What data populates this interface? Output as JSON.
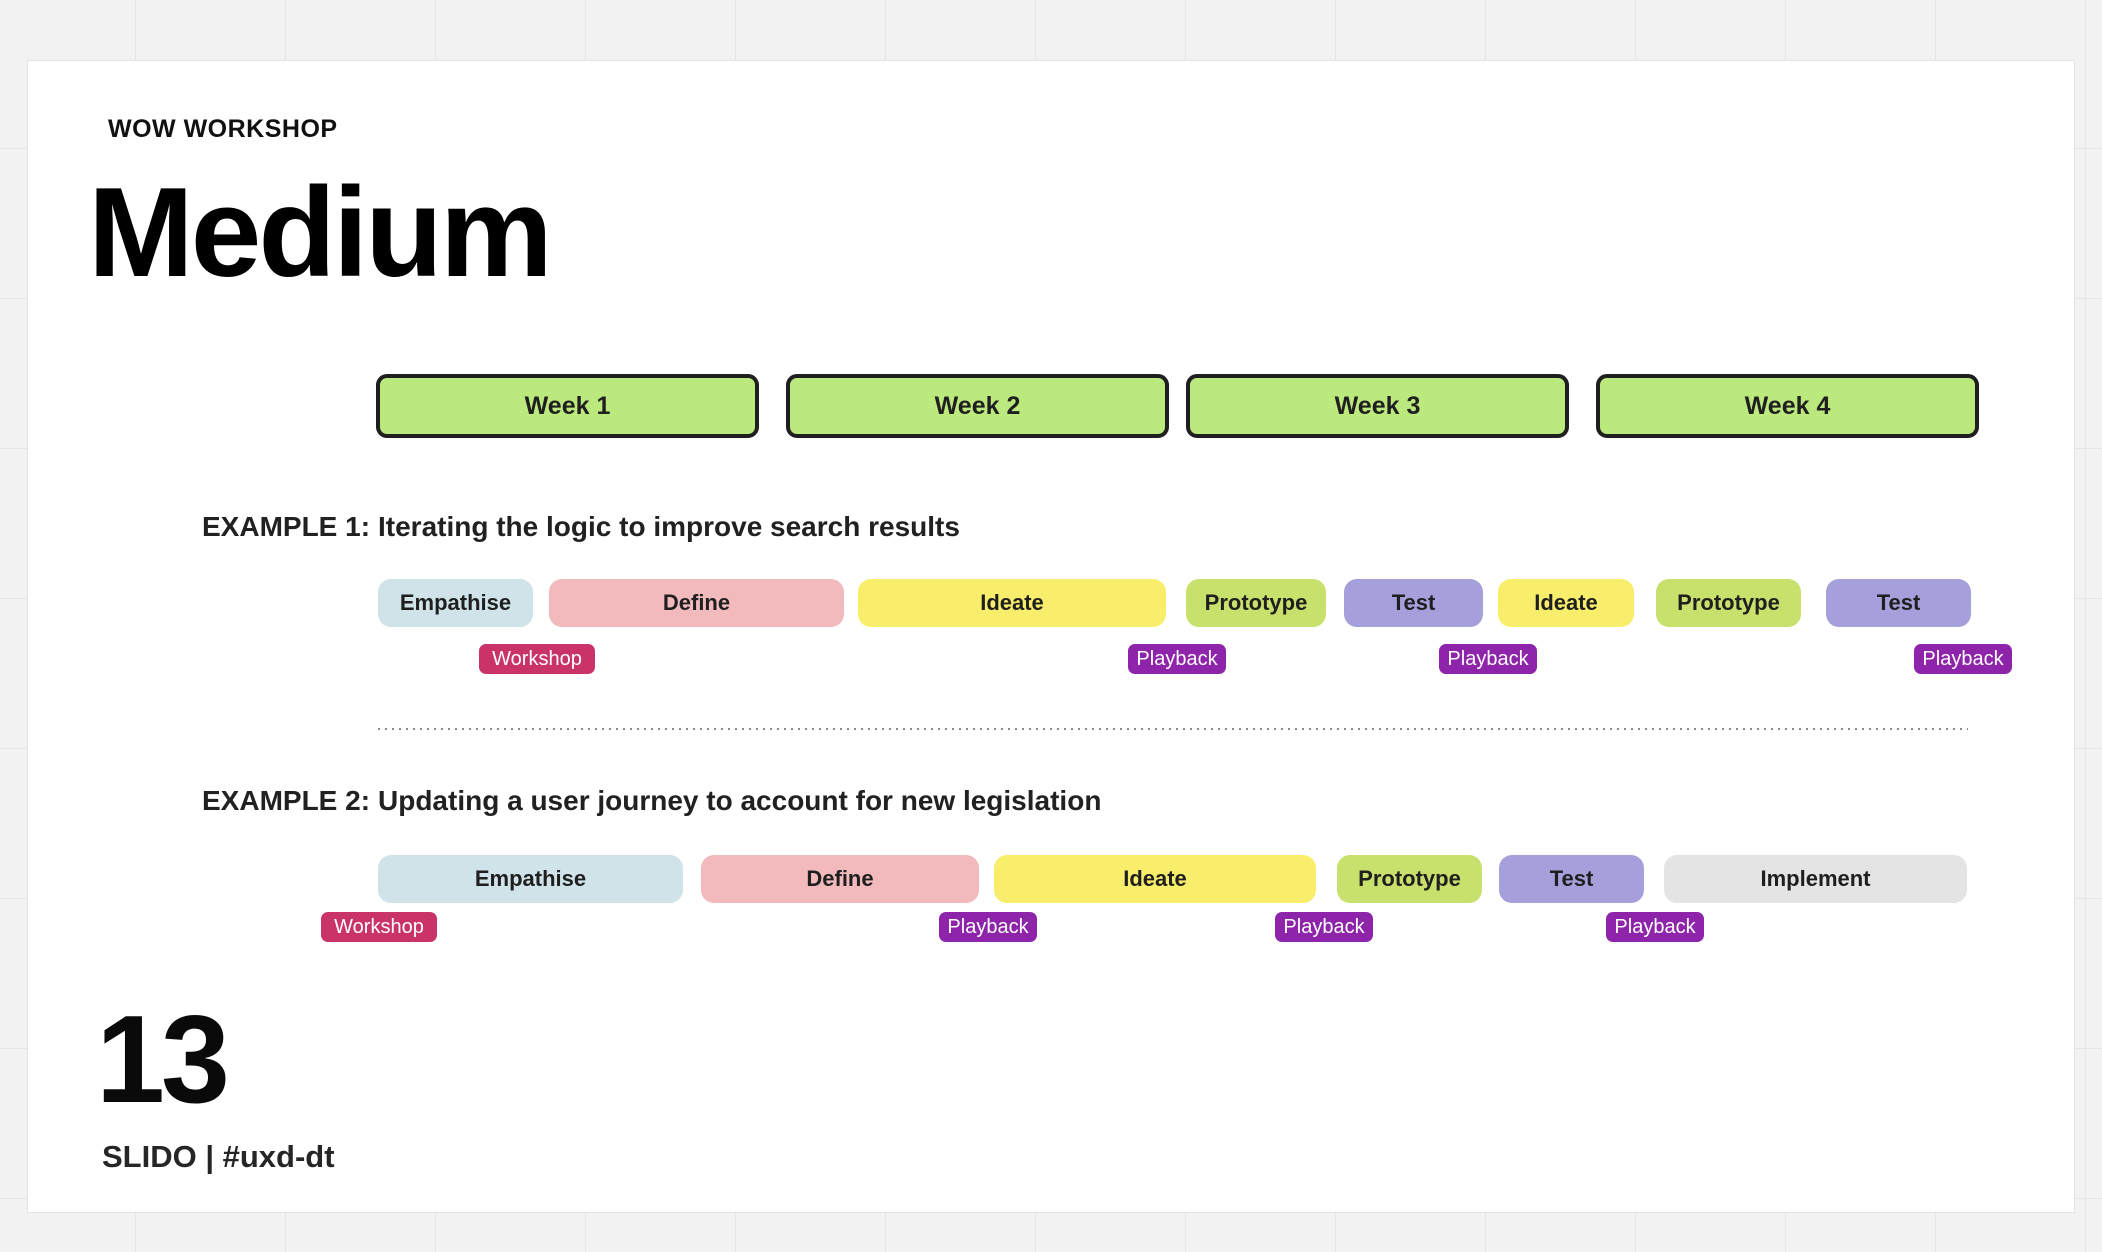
{
  "canvas": {
    "background": "#f2f2f2",
    "grid_line": "#e5e5e5"
  },
  "slide": {
    "background": "#ffffff",
    "kicker": "WOW WORKSHOP",
    "title": "Medium",
    "page_number": "13",
    "footer": "SLIDO | #uxd-dt"
  },
  "weeks": {
    "fill": "#bce97d",
    "border_color": "#1f1f1f",
    "items": [
      {
        "label": "Week 1"
      },
      {
        "label": "Week 2"
      },
      {
        "label": "Week 3"
      },
      {
        "label": "Week 4"
      }
    ]
  },
  "palette": {
    "empathise": "#cfe3e9",
    "define": "#f2babd",
    "ideate": "#f8ee6b",
    "prototype": "#c8e06c",
    "test": "#a5a0dc",
    "implement": "#e4e4e4",
    "workshop": "#c9336a",
    "playback": "#8e24aa"
  },
  "examples": [
    {
      "label": "EXAMPLE 1:",
      "title": "Iterating the logic to improve search results",
      "phases": [
        {
          "label": "Empathise",
          "color": "#cfe3e9"
        },
        {
          "label": "Define",
          "color": "#f2babd"
        },
        {
          "label": "Ideate",
          "color": "#f8ee6b"
        },
        {
          "label": "Prototype",
          "color": "#c8e06c"
        },
        {
          "label": "Test",
          "color": "#a5a0dc"
        },
        {
          "label": "Ideate",
          "color": "#f8ee6b"
        },
        {
          "label": "Prototype",
          "color": "#c8e06c"
        },
        {
          "label": "Test",
          "color": "#a5a0dc"
        }
      ],
      "badges": [
        {
          "label": "Workshop",
          "color": "#c9336a"
        },
        {
          "label": "Playback",
          "color": "#8e24aa"
        },
        {
          "label": "Playback",
          "color": "#8e24aa"
        },
        {
          "label": "Playback",
          "color": "#8e24aa"
        }
      ]
    },
    {
      "label": "EXAMPLE 2:",
      "title": "Updating a user journey to account for new legislation",
      "phases": [
        {
          "label": "Empathise",
          "color": "#cfe3e9"
        },
        {
          "label": "Define",
          "color": "#f2babd"
        },
        {
          "label": "Ideate",
          "color": "#f8ee6b"
        },
        {
          "label": "Prototype",
          "color": "#c8e06c"
        },
        {
          "label": "Test",
          "color": "#a5a0dc"
        },
        {
          "label": "Implement",
          "color": "#e4e4e4"
        }
      ],
      "badges": [
        {
          "label": "Workshop",
          "color": "#c9336a"
        },
        {
          "label": "Playback",
          "color": "#8e24aa"
        },
        {
          "label": "Playback",
          "color": "#8e24aa"
        },
        {
          "label": "Playback",
          "color": "#8e24aa"
        }
      ]
    }
  ]
}
